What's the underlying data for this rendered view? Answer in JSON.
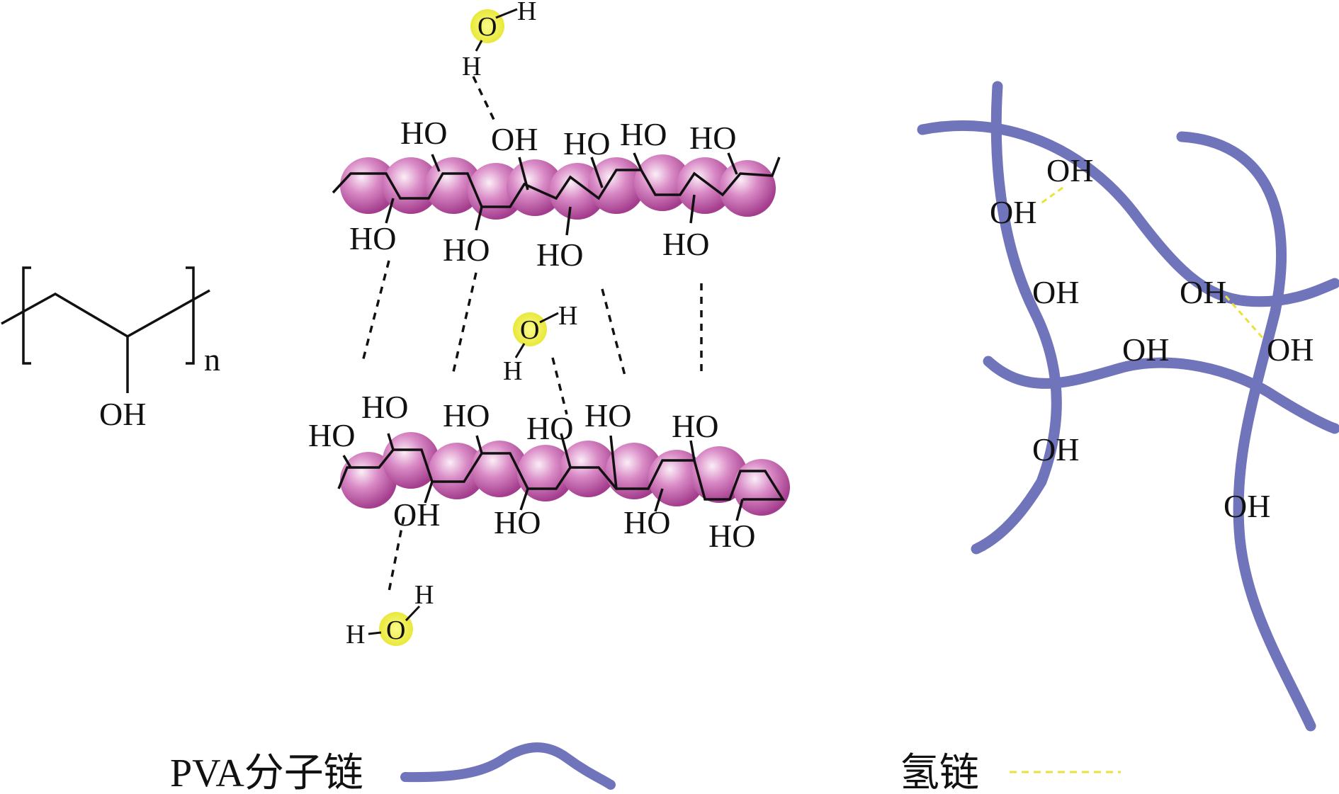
{
  "monomer": {
    "hydroxyl": "OH",
    "repeat_subscript": "n"
  },
  "layered_chains": {
    "upper_chain": {
      "top_labels": [
        "HO",
        "OH",
        "HO",
        "HO",
        "HO"
      ],
      "bottom_labels": [
        "HO",
        "HO",
        "HO",
        "HO"
      ]
    },
    "lower_chain": {
      "top_labels": [
        "HO",
        "HO",
        "HO",
        "HO",
        "HO",
        "HO"
      ],
      "bottom_labels": [
        "OH",
        "HO",
        "HO",
        "HO"
      ]
    },
    "water": {
      "oxygen": "O",
      "hydrogen": "H"
    }
  },
  "network": {
    "hydroxyl_labels": [
      "OH",
      "OH",
      "OH",
      "OH",
      "OH",
      "OH",
      "OH",
      "OH"
    ]
  },
  "legend": {
    "chain_label": "PVA分子链",
    "hbond_label": "氢链"
  },
  "colors": {
    "chain_blue": "#6f74bb",
    "bead_purple": "#b6559f",
    "bead_highlight": "#f7e3f1",
    "water_yellow": "#f0f04a",
    "hbond_yellow": "#e8e23a",
    "bond_black": "#111111"
  }
}
